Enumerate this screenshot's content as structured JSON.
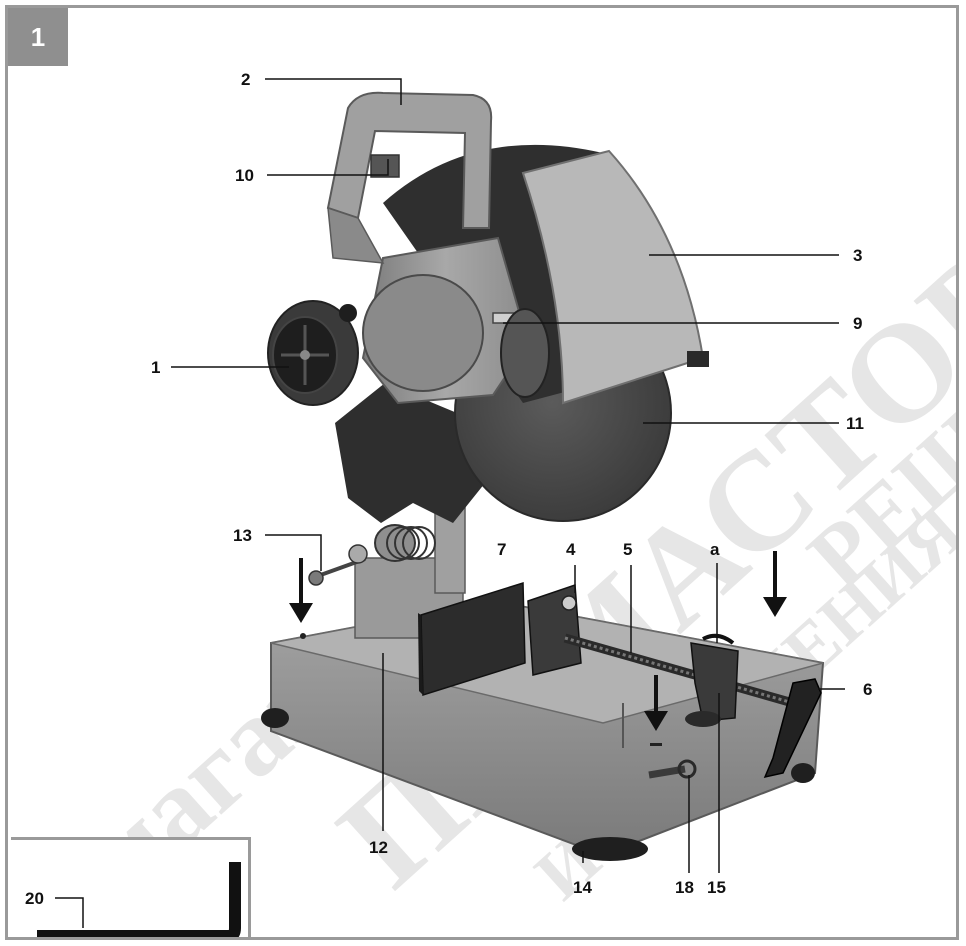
{
  "figure": {
    "number": "1"
  },
  "watermark": {
    "lines": [
      "магазин",
      "ПИ МАСТОР",
      "ИСНАБЖЕНИЯ",
      "РЕШ"
    ]
  },
  "callouts": {
    "c1": "1",
    "c2": "2",
    "c3": "3",
    "c4": "4",
    "c5": "5",
    "c6": "6",
    "c7": "7",
    "c9": "9",
    "c10": "10",
    "c11": "11",
    "c12": "12",
    "c13": "13",
    "c14": "14",
    "c15": "15",
    "c18": "18",
    "ca": "a",
    "c20": "20"
  },
  "colors": {
    "frame": "#9a9a9a",
    "body": "#8a8a8a",
    "disc": "#4a4a4a",
    "dark": "#2a2a2a",
    "badge": "#8f8f8f"
  }
}
